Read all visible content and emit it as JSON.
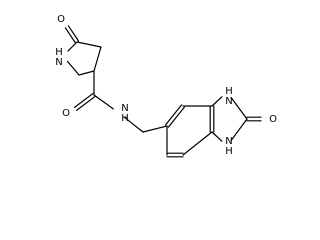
{
  "molecule": {
    "atoms": [
      {
        "id": "o1",
        "element": "O",
        "label": "O"
      },
      {
        "id": "c2",
        "element": "C",
        "label": ""
      },
      {
        "id": "n3",
        "element": "N",
        "label": "H\nN"
      },
      {
        "id": "c4",
        "element": "C",
        "label": ""
      },
      {
        "id": "c5",
        "element": "C",
        "label": ""
      },
      {
        "id": "c6",
        "element": "C",
        "label": ""
      },
      {
        "id": "c7",
        "element": "C",
        "label": ""
      },
      {
        "id": "o8",
        "element": "O",
        "label": "O"
      },
      {
        "id": "n9",
        "element": "N",
        "label": "N\nH"
      },
      {
        "id": "c10",
        "element": "C",
        "label": ""
      },
      {
        "id": "c11",
        "element": "C",
        "label": ""
      },
      {
        "id": "c12",
        "element": "C",
        "label": ""
      },
      {
        "id": "c13",
        "element": "C",
        "label": ""
      },
      {
        "id": "n14",
        "element": "N",
        "label": "H\nN"
      },
      {
        "id": "c15",
        "element": "C",
        "label": ""
      },
      {
        "id": "o16",
        "element": "O",
        "label": "O"
      },
      {
        "id": "n17",
        "element": "N",
        "label": "N\nH"
      },
      {
        "id": "c18",
        "element": "C",
        "label": ""
      },
      {
        "id": "c19",
        "element": "C",
        "label": ""
      },
      {
        "id": "c20",
        "element": "C",
        "label": ""
      }
    ],
    "bonds": [
      {
        "a": "o1",
        "b": "c2",
        "order": 2
      },
      {
        "a": "c2",
        "b": "n3",
        "order": 1
      },
      {
        "a": "n3",
        "b": "c4",
        "order": 1
      },
      {
        "a": "c4",
        "b": "c5",
        "order": 1
      },
      {
        "a": "c5",
        "b": "c6",
        "order": 1
      },
      {
        "a": "c6",
        "b": "c2",
        "order": 1
      },
      {
        "a": "c5",
        "b": "c7",
        "order": 1
      },
      {
        "a": "c7",
        "b": "o8",
        "order": 2
      },
      {
        "a": "c7",
        "b": "n9",
        "order": 1
      },
      {
        "a": "n9",
        "b": "c10",
        "order": 1
      },
      {
        "a": "c10",
        "b": "c11",
        "order": 1
      },
      {
        "a": "c11",
        "b": "c12",
        "order": 2
      },
      {
        "a": "c12",
        "b": "c13",
        "order": 1
      },
      {
        "a": "c13",
        "b": "n14",
        "order": 1
      },
      {
        "a": "n14",
        "b": "c15",
        "order": 1
      },
      {
        "a": "c15",
        "b": "o16",
        "order": 2
      },
      {
        "a": "c15",
        "b": "n17",
        "order": 1
      },
      {
        "a": "n17",
        "b": "c18",
        "order": 1
      },
      {
        "a": "c18",
        "b": "c13",
        "order": 2
      },
      {
        "a": "c18",
        "b": "c19",
        "order": 1
      },
      {
        "a": "c19",
        "b": "c20",
        "order": 2
      },
      {
        "a": "c20",
        "b": "c11",
        "order": 1
      }
    ]
  }
}
